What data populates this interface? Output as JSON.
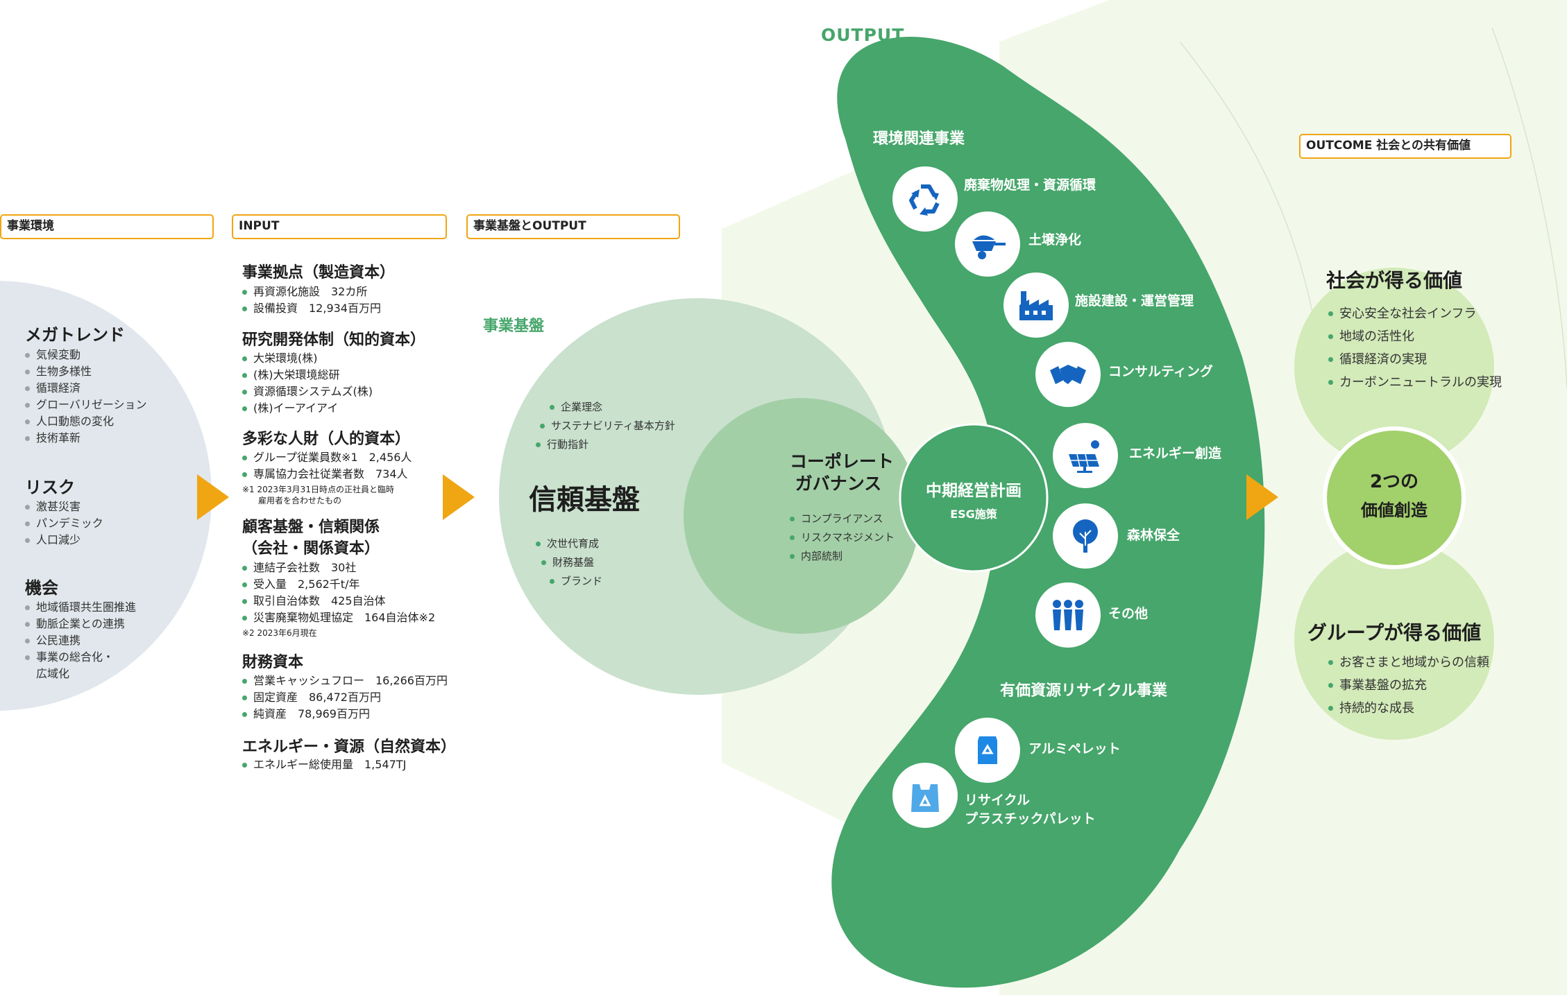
{
  "labels": {
    "business_env": "事業環境",
    "input": "INPUT",
    "base_output": "事業基盤とOUTPUT",
    "output": "OUTPUT",
    "outcome": "OUTCOME 社会との共有価値"
  },
  "environment": {
    "megatrend": {
      "title": "メガトレンド",
      "items": [
        "気候変動",
        "生物多様性",
        "循環経済",
        "グローバリゼーション",
        "人口動態の変化",
        "技術革新"
      ]
    },
    "risk": {
      "title": "リスク",
      "items": [
        "激甚災害",
        "パンデミック",
        "人口減少"
      ]
    },
    "opportunity": {
      "title": "機会",
      "items": [
        "地域循環共生圏推進",
        "動脈企業との連携",
        "公民連携",
        "事業の総合化・",
        "広域化"
      ]
    }
  },
  "input": {
    "manufacturing": {
      "title": "事業拠点（製造資本）",
      "items": [
        "再資源化施設　32カ所",
        "設備投資　12,934百万円"
      ]
    },
    "intellectual": {
      "title": "研究開発体制（知的資本）",
      "items": [
        "大栄環境(株)",
        "(株)大栄環境総研",
        "資源循環システムズ(株)",
        "(株)イーアイアイ"
      ]
    },
    "human": {
      "title": "多彩な人財（人的資本）",
      "items": [
        "グループ従業員数※1　2,456人",
        "専属協力会社従業者数　734人"
      ],
      "note1": "※1 2023年3月31日時点の正社員と臨時",
      "note2": "雇用者を合わせたもの"
    },
    "social": {
      "title1": "顧客基盤・信頼関係",
      "title2": "（会社・関係資本）",
      "items": [
        "連結子会社数　30社",
        "受入量　2,562千t/年",
        "取引自治体数　425自治体",
        "災害廃棄物処理協定　164自治体※2"
      ],
      "note": "※2 2023年6月現在"
    },
    "financial": {
      "title": "財務資本",
      "items": [
        "営業キャッシュフロー　16,266百万円",
        "固定資産　86,472百万円",
        "純資産　78,969百万円"
      ]
    },
    "natural": {
      "title": "エネルギー・資源（自然資本）",
      "items": [
        "エネルギー総使用量　1,547TJ"
      ]
    }
  },
  "base": {
    "heading": "事業基盤",
    "trust": "信頼基盤",
    "trust_items_top": [
      "企業理念",
      "サステナビリティ基本方針",
      "行動指針"
    ],
    "trust_items_bottom": [
      "次世代育成",
      "財務基盤",
      "ブランド"
    ],
    "governance_line1": "コーポレート",
    "governance_line2": "ガバナンス",
    "governance_items": [
      "コンプライアンス",
      "リスクマネジメント",
      "内部統制"
    ],
    "plan_title": "中期経営計画",
    "plan_sub": "ESG施策"
  },
  "output": {
    "env_business": "環境関連事業",
    "env_items": [
      {
        "label": "廃棄物処理・資源循環",
        "icon": "recycle-icon"
      },
      {
        "label": "土壌浄化",
        "icon": "wheelbarrow-icon"
      },
      {
        "label": "施設建設・運営管理",
        "icon": "factory-icon"
      },
      {
        "label": "コンサルティング",
        "icon": "handshake-icon"
      },
      {
        "label": "エネルギー創造",
        "icon": "solar-panel-icon"
      },
      {
        "label": "森林保全",
        "icon": "tree-icon"
      },
      {
        "label": "その他",
        "icon": "people-icon"
      }
    ],
    "recycle_business": "有価資源リサイクル事業",
    "recycle_items": [
      {
        "label": "アルミペレット",
        "icon": "can-icon"
      },
      {
        "label1": "リサイクル",
        "label2": "プラスチックパレット",
        "icon": "plastic-bag-icon"
      }
    ]
  },
  "outcome": {
    "society": {
      "title": "社会が得る価値",
      "items": [
        "安心安全な社会インフラ",
        "地域の活性化",
        "循環経済の実現",
        "カーボンニュートラルの実現"
      ]
    },
    "center_line1": "2つの",
    "center_line2": "価値創造",
    "group": {
      "title": "グループが得る価値",
      "items": [
        "お客さまと地域からの信頼",
        "事業基盤の拡充",
        "持続的な成長"
      ]
    }
  },
  "colors": {
    "accent_orange": "#f0a512",
    "dark_green": "#46a66b",
    "light_green": "#c9e1cd",
    "mid_green": "#a3cfa7",
    "pale_green": "#f3f9ea",
    "outcome_green": "#d3eab9",
    "center_green": "#a2d06b",
    "env_gray": "#e1e7ec",
    "icon_blue": "#1565c0"
  }
}
